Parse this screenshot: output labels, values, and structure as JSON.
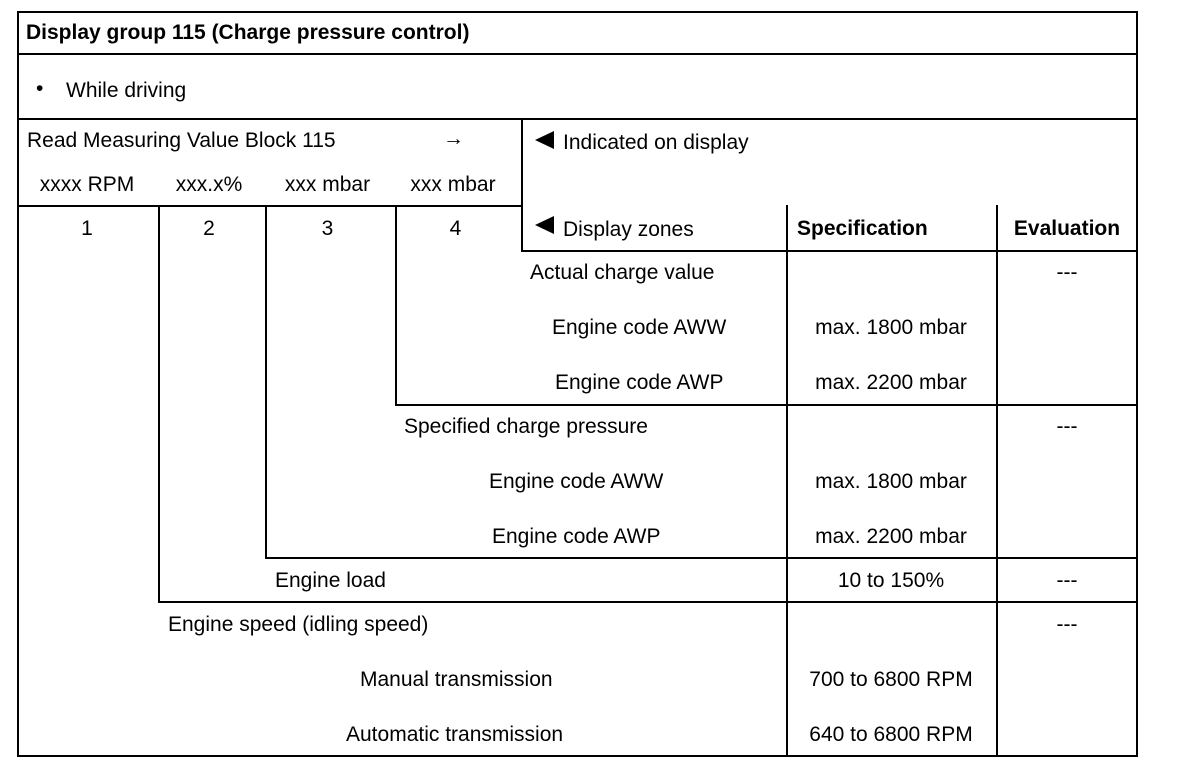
{
  "title": "Display group 115 (Charge pressure control)",
  "condition": {
    "bullet": "•",
    "text": "While driving"
  },
  "read_block": {
    "label": "Read Measuring Value Block 115",
    "arrow": "→",
    "fields": [
      "xxxx RPM",
      "xxx.x%",
      "xxx mbar",
      "xxx mbar"
    ],
    "numbers": [
      "1",
      "2",
      "3",
      "4"
    ]
  },
  "legend": {
    "indicated": "Indicated on display",
    "zones": "Display zones",
    "specification": "Specification",
    "evaluation": "Evaluation",
    "pointer_icon": "left-pointer-triangle"
  },
  "zones": {
    "zone4": {
      "label": "Actual charge value",
      "evaluation": "---",
      "rows": [
        {
          "label": "Engine code AWW",
          "spec": "max. 1800 mbar"
        },
        {
          "label": "Engine code AWP",
          "spec": "max. 2200 mbar"
        }
      ]
    },
    "zone3": {
      "label": "Specified charge pressure",
      "evaluation": "---",
      "rows": [
        {
          "label": "Engine code AWW",
          "spec": "max. 1800 mbar"
        },
        {
          "label": "Engine code AWP",
          "spec": "max. 2200 mbar"
        }
      ]
    },
    "zone2": {
      "label": "Engine load",
      "spec": "10 to 150%",
      "evaluation": "---"
    },
    "zone1": {
      "label": "Engine speed (idling speed)",
      "evaluation": "---",
      "rows": [
        {
          "label": "Manual transmission",
          "spec": "700 to 6800 RPM"
        },
        {
          "label": "Automatic transmission",
          "spec": "640 to 6800 RPM"
        }
      ]
    }
  }
}
